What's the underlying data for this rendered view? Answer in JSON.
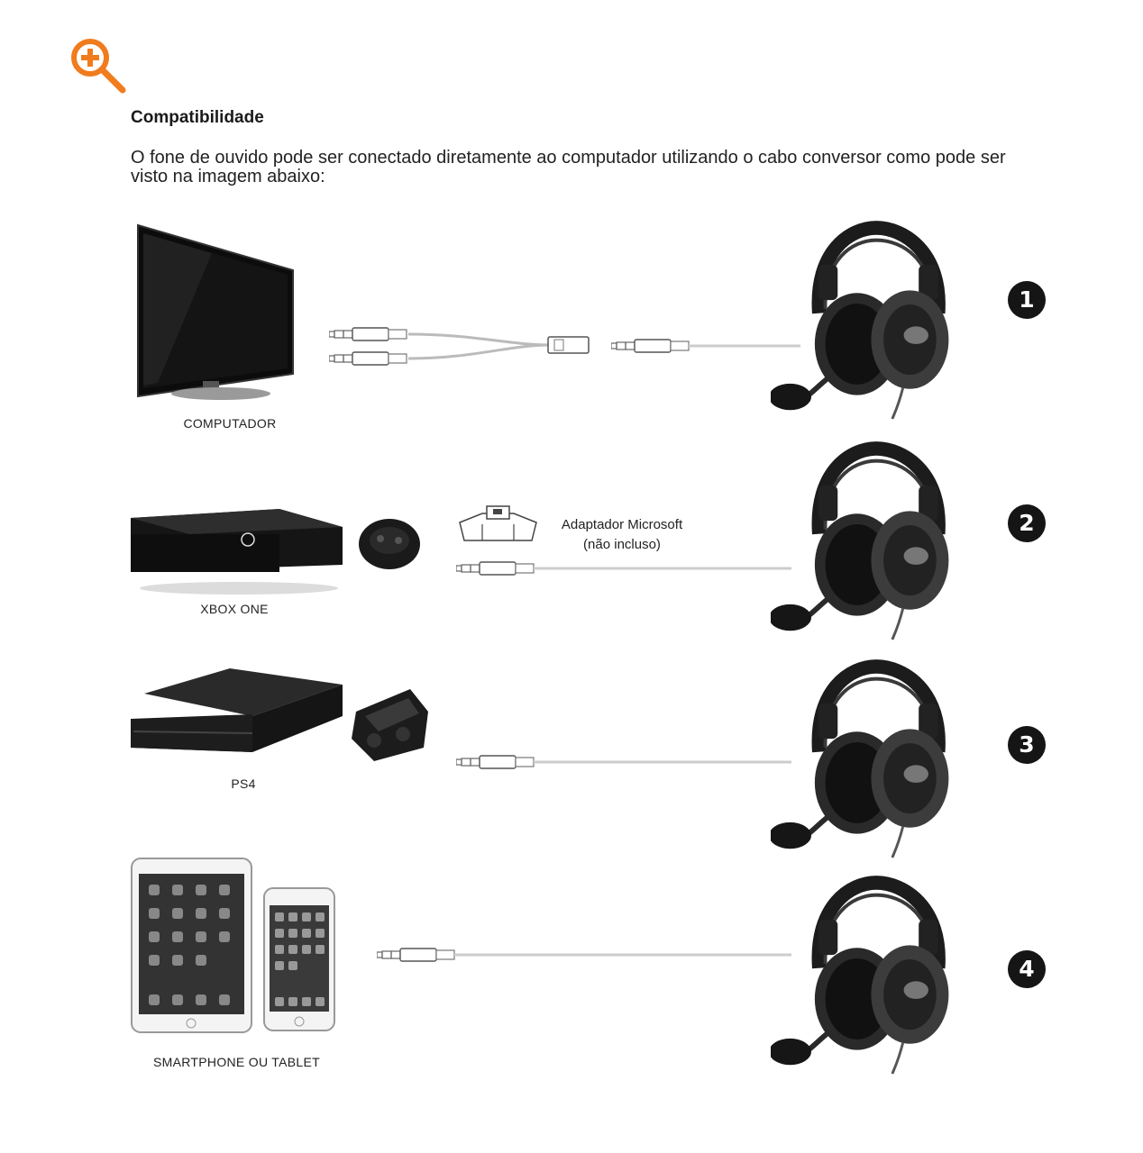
{
  "zoom_icon": "zoom-in-icon",
  "accent_color": "#f07c1e",
  "title": "Compatibilidade",
  "description": "O fone de ouvido pode ser conectado diretamente ao computador utilizando o cabo conversor como pode ser visto na imagem abaixo:",
  "rows": [
    {
      "device_label": "COMPUTADOR",
      "number": "1"
    },
    {
      "device_label": "XBOX ONE",
      "number": "2"
    },
    {
      "device_label": "PS4",
      "number": "3"
    },
    {
      "device_label": "SMARTPHONE OU TABLET",
      "number": "4"
    }
  ],
  "adapter": {
    "line1": "Adaptador Microsoft",
    "line2": "(não incluso)"
  }
}
